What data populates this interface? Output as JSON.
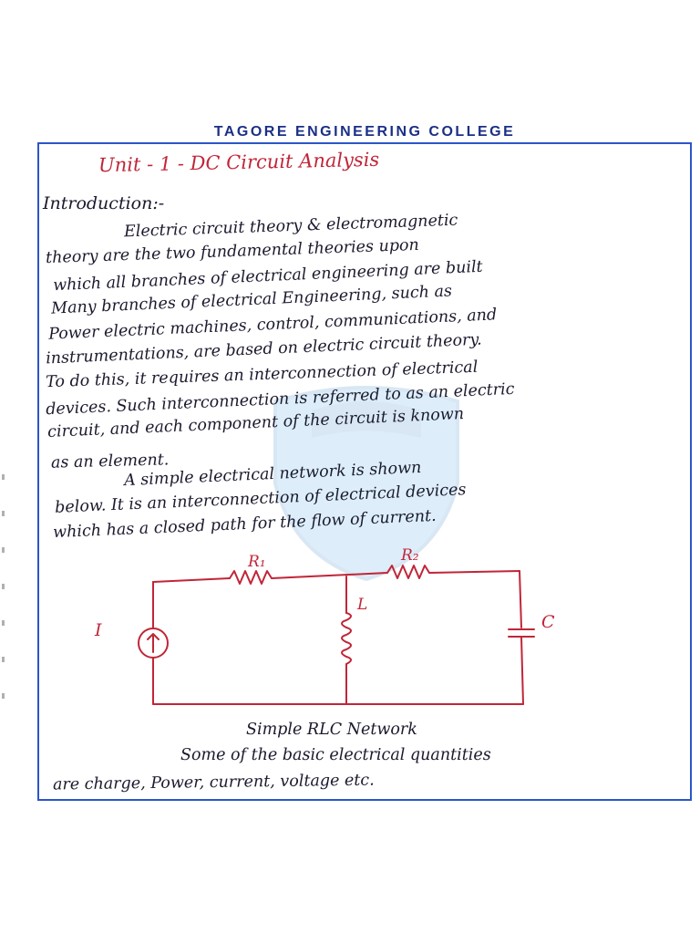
{
  "header": {
    "college": "TAGORE ENGINEERING COLLEGE"
  },
  "notes": {
    "unit_title": "Unit - 1 - DC Circuit Analysis",
    "heading": "Introduction:-",
    "lines": [
      "Electric circuit theory & electromagnetic",
      "theory are the two fundamental theories upon",
      "which all branches of electrical engineering are built",
      "Many branches of electrical Engineering, such as",
      "Power electric machines, control, communications, and",
      "instrumentations, are based on electric circuit theory.",
      "To do this, it requires an interconnection of electrical",
      "devices. Such interconnection is referred to as an electric",
      "circuit, and each component of the circuit is known",
      "as an element.",
      "A simple electrical network is shown",
      "below. It is an interconnection of electrical devices",
      "which has a closed path for the flow of current."
    ]
  },
  "circuit": {
    "labels": {
      "r1": "R₁",
      "r2": "R₂",
      "l": "L",
      "c": "C",
      "i": "I"
    },
    "caption": "Simple RLC Network",
    "accent": "#c02638"
  },
  "closing": {
    "line1": "Some of the basic electrical quantities",
    "line2": "are charge, Power, current, voltage etc."
  },
  "colors": {
    "ink": "#1a1a2e",
    "red_ink": "#c02638",
    "frame": "#2b56c9",
    "header": "#1b2f86"
  }
}
